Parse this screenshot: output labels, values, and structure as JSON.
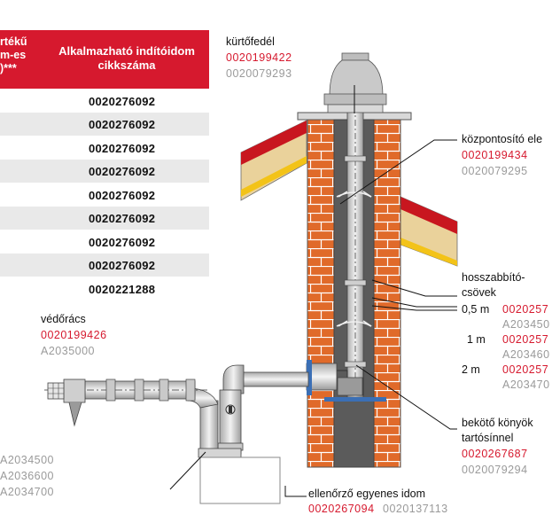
{
  "table": {
    "header_left": [
      "rtékű",
      "m-es",
      ")***"
    ],
    "header_right": [
      "Alkalmazható indítóidom",
      "cikkszáma"
    ],
    "rows": [
      "0020276092",
      "0020276092",
      "0020276092",
      "0020276092",
      "0020276092",
      "0020276092",
      "0020276092",
      "0020276092",
      "0020221288"
    ]
  },
  "left_codes": [
    "A2034500",
    "A2036600",
    "A2034700"
  ],
  "labels": {
    "kurtofedel": {
      "name": "kürtőfedél",
      "code_red": "0020199422",
      "code_gray": "0020079293"
    },
    "kozpontosito": {
      "name": "központosító ele",
      "code_red": "0020199434",
      "code_gray": "0020079295"
    },
    "hosszabbito": {
      "name_line1": "hosszabbító-",
      "name_line2": "csövek",
      "sizes": [
        {
          "size": "0,5 m",
          "code_red": "0020257",
          "code_gray": "A203450"
        },
        {
          "size": "1 m",
          "code_red": "0020257",
          "code_gray": "A203460"
        },
        {
          "size": "2 m",
          "code_red": "0020257",
          "code_gray": "A203470"
        }
      ]
    },
    "vedoracs": {
      "name": "védőrács",
      "code_red": "0020199426",
      "code_gray": "A2035000"
    },
    "bekoto": {
      "name_line1": "bekötő könyök",
      "name_line2": "tartósínnel",
      "code_red": "0020267687",
      "code_gray": "0020079294"
    },
    "ellenorzo": {
      "name": "ellenőrző egyenes idom",
      "code_red": "0020267094",
      "code_gray": "0020137113"
    }
  },
  "colors": {
    "accent_red": "#d6192e",
    "brick": "#e06a2a",
    "shaft": "#5b5b5b",
    "roof_red": "#c8161f",
    "roof_yellow": "#f3c318",
    "roof_sand": "#ead29b"
  }
}
